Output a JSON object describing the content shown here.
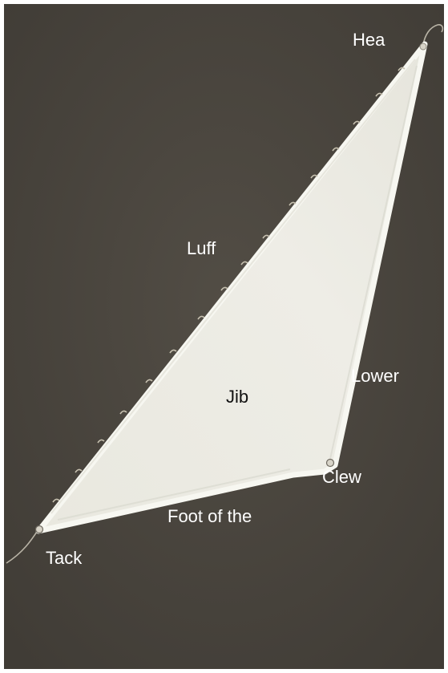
{
  "labels": {
    "head": "Hea",
    "luff": "Luff",
    "lower": "Lower",
    "jib": "Jib",
    "clew": "Clew",
    "foot": "Foot of the",
    "tack": "Tack"
  },
  "colors": {
    "background": "#4b4740",
    "frame": "#ffffff",
    "sail": "#ecebe3",
    "sail_edge": "#f6f6ef",
    "label_light": "#ffffff",
    "label_dark": "#111111"
  }
}
